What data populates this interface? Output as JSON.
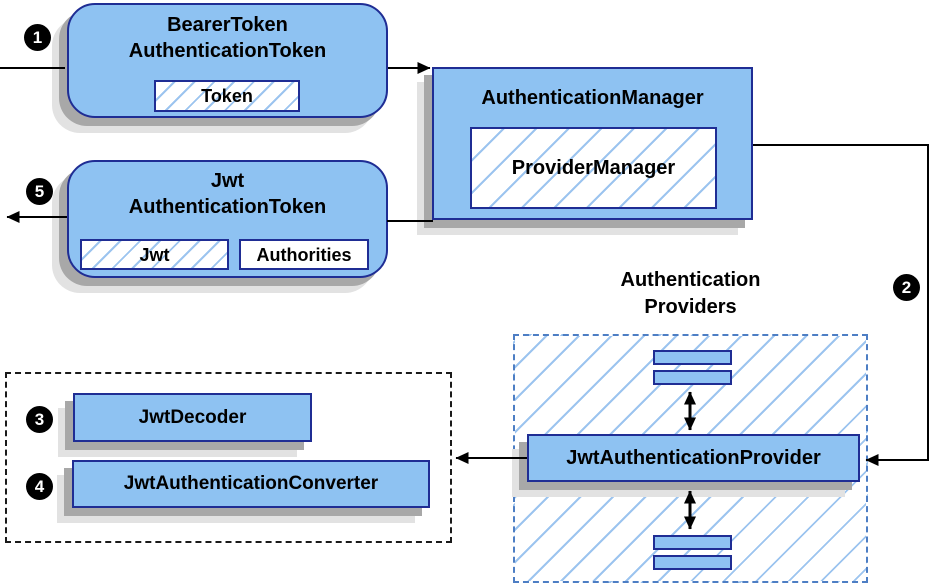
{
  "diagram": {
    "bearer_box": {
      "title_line1": "BearerToken",
      "title_line2": "AuthenticationToken",
      "chip": "Token"
    },
    "manager_box": {
      "title": "AuthenticationManager",
      "chip": "ProviderManager"
    },
    "jwt_box": {
      "title_line1": "Jwt",
      "title_line2": "AuthenticationToken",
      "chip_jwt": "Jwt",
      "chip_authorities": "Authorities"
    },
    "providers_label": {
      "line1": "Authentication",
      "line2": "Providers"
    },
    "provider_box": {
      "label": "JwtAuthenticationProvider"
    },
    "decoder_box": {
      "label": "JwtDecoder"
    },
    "converter_box": {
      "label": "JwtAuthenticationConverter"
    },
    "steps": [
      "1",
      "2",
      "3",
      "4",
      "5"
    ]
  },
  "colors": {
    "node_fill": "#8ec2f2",
    "node_border": "#1f2d94",
    "hatch_line": "#9cc4ef",
    "providers_dash_border": "#4d7ec4",
    "shadow_dark": "#a8a8a8",
    "shadow_light": "#e2e2e2",
    "connector": "#000000",
    "step_badge_bg": "#000000",
    "step_badge_fg": "#ffffff"
  }
}
